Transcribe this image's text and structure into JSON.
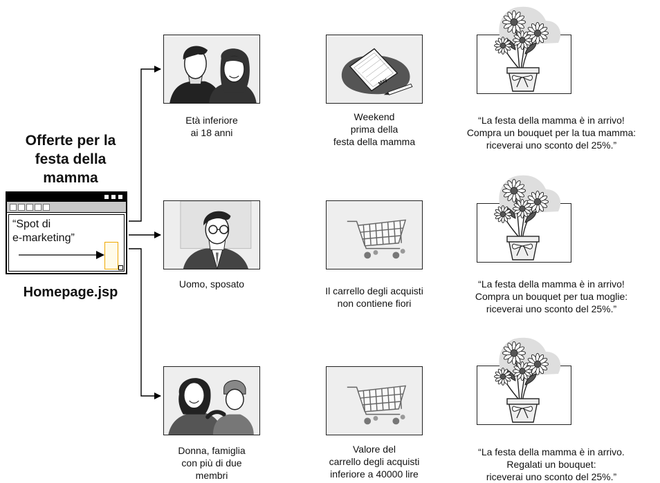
{
  "title": "Offerte per la festa della mamma",
  "title_lines": [
    "Offerte per la",
    "festa della",
    "mamma"
  ],
  "homepage": {
    "label": "Homepage.jsp",
    "ad_lines": [
      "“Spot di",
      "e-marketing”"
    ]
  },
  "rows": [
    {
      "segment": [
        "Età inferiore",
        "ai 18 anni"
      ],
      "segment_image": "teenagers",
      "condition": [
        "Weekend",
        "prima della",
        "festa della mamma"
      ],
      "condition_image": "calendar",
      "condition_image_text": "May",
      "offer": [
        "“La festa della mamma è in arrivo!",
        "Compra un bouquet per la tua mamma:",
        "riceverai uno sconto del 25%.”"
      ]
    },
    {
      "segment": [
        "Uomo, sposato"
      ],
      "segment_image": "man-with-glasses",
      "condition": [
        "Il carrello degli acquisti",
        "non contiene fiori"
      ],
      "condition_image": "shopping-cart",
      "offer": [
        "“La festa della mamma è in arrivo!",
        "Compra un bouquet per tua moglie:",
        "riceverai uno sconto del 25%.”"
      ]
    },
    {
      "segment": [
        "Donna, famiglia",
        "con più di due",
        "membri"
      ],
      "segment_image": "mother-with-child",
      "condition": [
        "Valore del",
        "carrello degli acquisti",
        "inferiore a 40000 lire"
      ],
      "condition_image": "shopping-cart",
      "offer": [
        "“La festa della mamma è in arrivo.",
        "Regalati un bouquet:",
        "riceverai uno sconto del 25%.”"
      ]
    }
  ]
}
